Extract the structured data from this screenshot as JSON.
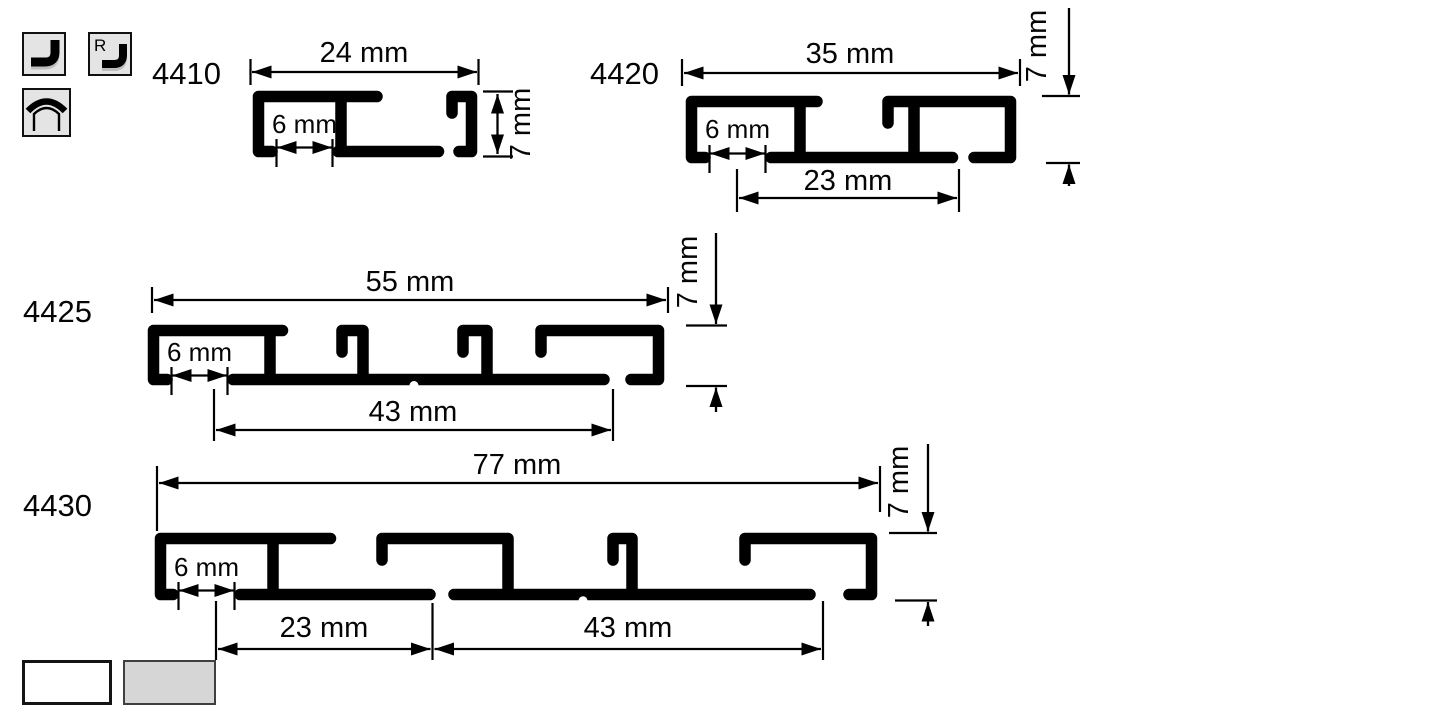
{
  "legend_icons": [
    {
      "name": "bendable-rail",
      "label": ""
    },
    {
      "name": "bendable-rail-radius",
      "label": "R"
    },
    {
      "name": "arch-bay-rail",
      "label": ""
    }
  ],
  "profiles": [
    {
      "id": "4410",
      "overall_width_mm": 24,
      "height_mm": 7,
      "slot_width_mm": 6,
      "labels": {
        "id": "4410",
        "width": "24 mm",
        "slot": "6 mm",
        "height": "7 mm"
      }
    },
    {
      "id": "4420",
      "overall_width_mm": 35,
      "height_mm": 7,
      "slot_width_mm": 6,
      "slot_spacing_mm": 23,
      "labels": {
        "id": "4420",
        "width": "35 mm",
        "slot": "6 mm",
        "height": "7 mm",
        "spacing": "23 mm"
      }
    },
    {
      "id": "4425",
      "overall_width_mm": 55,
      "height_mm": 7,
      "slot_width_mm": 6,
      "slot_spacing_mm": 43,
      "labels": {
        "id": "4425",
        "width": "55 mm",
        "slot": "6 mm",
        "height": "7 mm",
        "spacing": "43 mm"
      }
    },
    {
      "id": "4430",
      "overall_width_mm": 77,
      "height_mm": 7,
      "slot_width_mm": 6,
      "slot_spacing_mm_1": 23,
      "slot_spacing_mm_2": 43,
      "labels": {
        "id": "4430",
        "width": "77 mm",
        "slot": "6 mm",
        "height": "7 mm",
        "spacing_1": "23 mm",
        "spacing_2": "43 mm"
      }
    }
  ],
  "color_swatches": [
    {
      "name": "white",
      "fill": "#ffffff"
    },
    {
      "name": "grey",
      "fill": "#d6d6d6"
    }
  ],
  "colors": {
    "ink": "#000000",
    "icon_background": "#e4e4e4"
  }
}
